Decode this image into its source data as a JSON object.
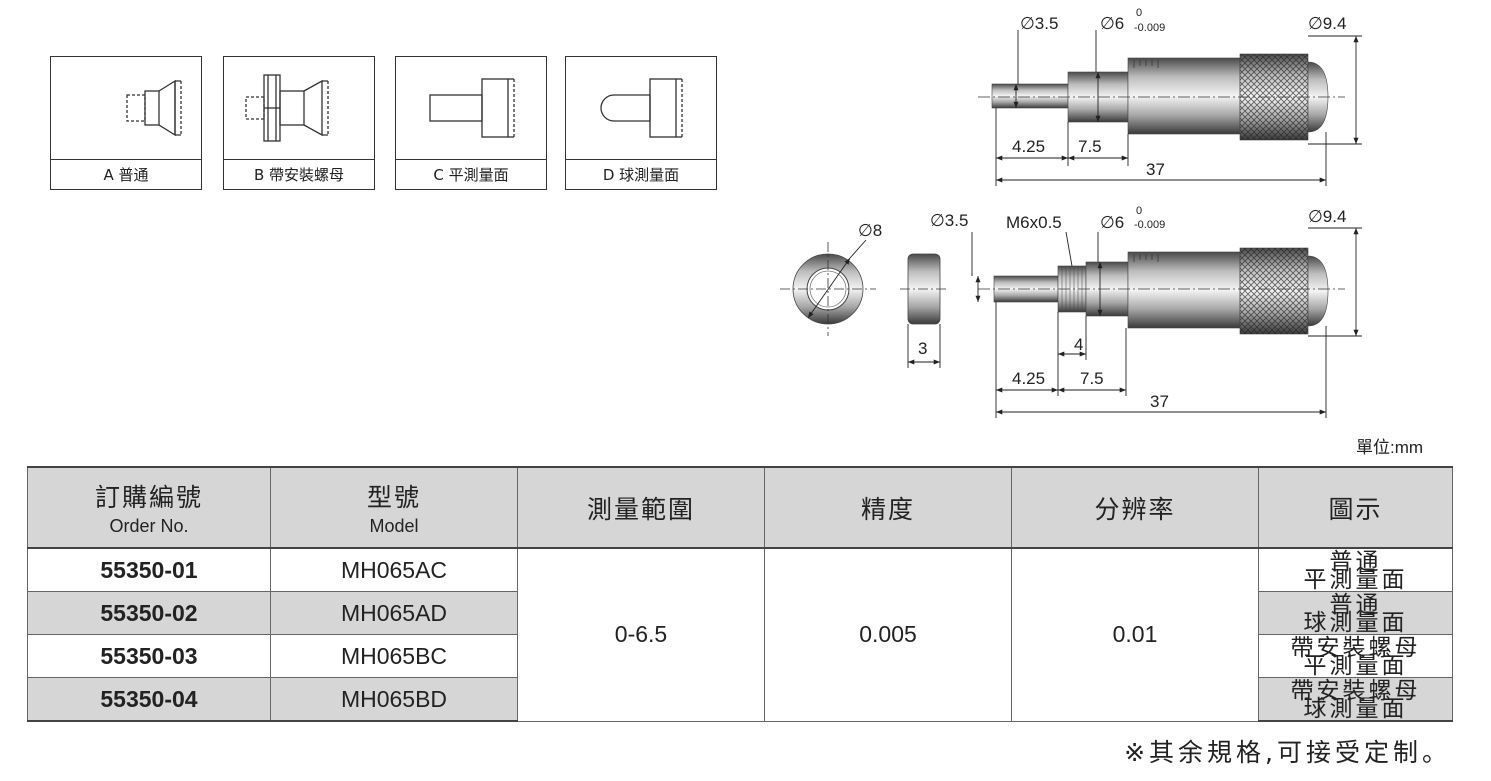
{
  "thumbnails": [
    {
      "caption": "A 普通"
    },
    {
      "caption": "B 帶安裝螺母"
    },
    {
      "caption": "C 平測量面"
    },
    {
      "caption": "D 球測量面"
    }
  ],
  "drawing_top": {
    "d_spindle": "∅3.5",
    "d_sleeve": "∅6",
    "tol_upper": "0",
    "tol_lower": "-0.009",
    "d_thimble": "∅9.4",
    "len_a": "4.25",
    "len_b": "7.5",
    "len_total": "37"
  },
  "drawing_bottom": {
    "d_nut_outer": "∅8",
    "d_spindle": "∅3.5",
    "thread": "M6x0.5",
    "d_sleeve": "∅6",
    "tol_upper": "0",
    "tol_lower": "-0.009",
    "d_thimble": "∅9.4",
    "nut_width": "3",
    "thread_len": "4",
    "len_a": "4.25",
    "len_b": "7.5",
    "len_total": "37"
  },
  "unit_label": "單位:mm",
  "table": {
    "headers": [
      {
        "main": "訂購編號",
        "sub": "Order No."
      },
      {
        "main": "型號",
        "sub": "Model"
      },
      {
        "main": "測量範圍",
        "sub": ""
      },
      {
        "main": "精度",
        "sub": ""
      },
      {
        "main": "分辨率",
        "sub": ""
      },
      {
        "main": "圖示",
        "sub": ""
      }
    ],
    "rows": [
      {
        "order": "55350-01",
        "model": "MH065AC",
        "fig1": "普通",
        "fig2": "平測量面"
      },
      {
        "order": "55350-02",
        "model": "MH065AD",
        "fig1": "普通",
        "fig2": "球測量面"
      },
      {
        "order": "55350-03",
        "model": "MH065BC",
        "fig1": "帶安裝螺母",
        "fig2": "平測量面"
      },
      {
        "order": "55350-04",
        "model": "MH065BD",
        "fig1": "帶安裝螺母",
        "fig2": "球測量面"
      }
    ],
    "range": "0-6.5",
    "accuracy": "0.005",
    "resolution": "0.01"
  },
  "note": "※其余規格,可接受定制。"
}
